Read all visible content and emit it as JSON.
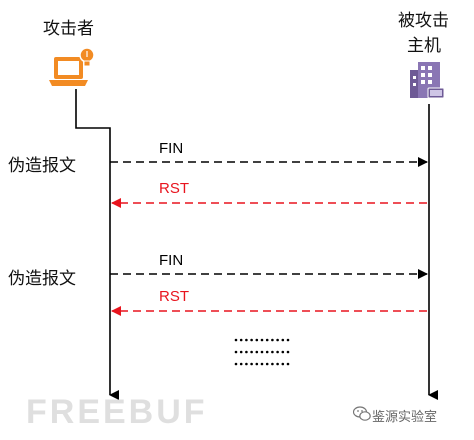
{
  "nodes": {
    "attacker": {
      "label": "攻击者",
      "icon": "laptop-with-lightbulb-icon"
    },
    "victim": {
      "label_line1": "被攻击",
      "label_line2": "主机",
      "icon": "server-building-icon"
    }
  },
  "exchanges": [
    {
      "side_label": "伪造报文",
      "request": {
        "label": "FIN",
        "direction": "attacker-to-victim",
        "color": "#000000",
        "style": "dashed"
      },
      "response": {
        "label": "RST",
        "direction": "victim-to-attacker",
        "color": "#e8141e",
        "style": "dashed"
      }
    },
    {
      "side_label": "伪造报文",
      "request": {
        "label": "FIN",
        "direction": "attacker-to-victim",
        "color": "#000000",
        "style": "dashed"
      },
      "response": {
        "label": "RST",
        "direction": "victim-to-attacker",
        "color": "#e8141e",
        "style": "dashed"
      }
    }
  ],
  "continuation": {
    "symbol": "dotted-ellipsis-rows",
    "rows": 3
  },
  "watermarks": {
    "logo": "FREEBUF",
    "wechat_account": "鉴源实验室",
    "wechat_icon": "wechat-icon"
  },
  "colors": {
    "lifeline": "#000000",
    "request_arrow": "#000000",
    "response_arrow": "#e8141e",
    "laptop": "#f28b23",
    "server": "#6e5a96"
  }
}
